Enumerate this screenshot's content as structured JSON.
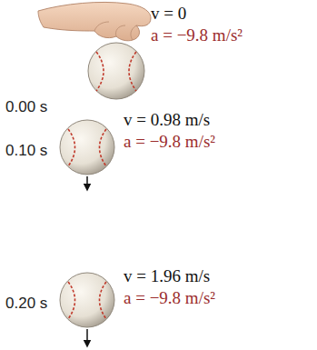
{
  "diagram": {
    "labels": [
      "v = 0",
      "a = −9.8 m/s²",
      "0.00 s",
      "v = 0.98 m/s",
      "a = −9.8 m/s²",
      "0.10 s",
      "v = 1.96 m/s",
      "a = −9.8 m/s²",
      "0.20 s"
    ]
  }
}
